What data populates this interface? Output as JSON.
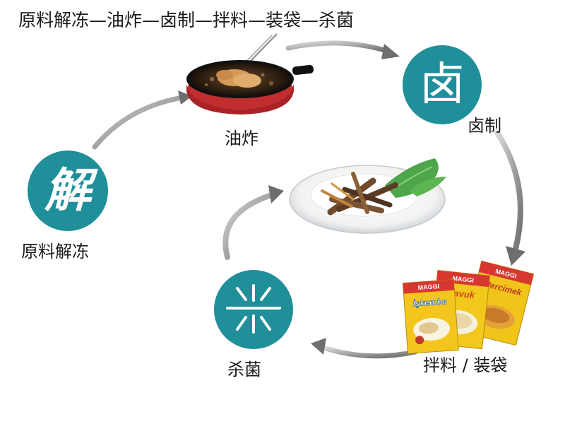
{
  "title": "原料解冻—油炸—卤制—拌料—装袋—杀菌",
  "steps": {
    "jiedong": {
      "icon_char": "解",
      "label": "原料解冻"
    },
    "youzha": {
      "label": "油炸"
    },
    "luzhi": {
      "icon_char": "卤",
      "label": "卤制"
    },
    "banliao": {
      "label": "拌料 / 装袋"
    },
    "shajun": {
      "label": "杀菌"
    }
  },
  "packets": {
    "left": {
      "brand": "MAGGI",
      "name": "İşkembe"
    },
    "middle": {
      "brand": "MAGGI",
      "name": "Tavuk"
    },
    "right": {
      "brand": "MAGGI",
      "name": "Mercimek"
    }
  },
  "colors": {
    "accent": "#1f8f9a",
    "arrow": "#8a8a8a",
    "pan": "#d4373a"
  },
  "icons": {
    "pan": "frying-pan-icon",
    "dish": "fish-dish-icon",
    "sterilize": "sterilization-icon"
  }
}
